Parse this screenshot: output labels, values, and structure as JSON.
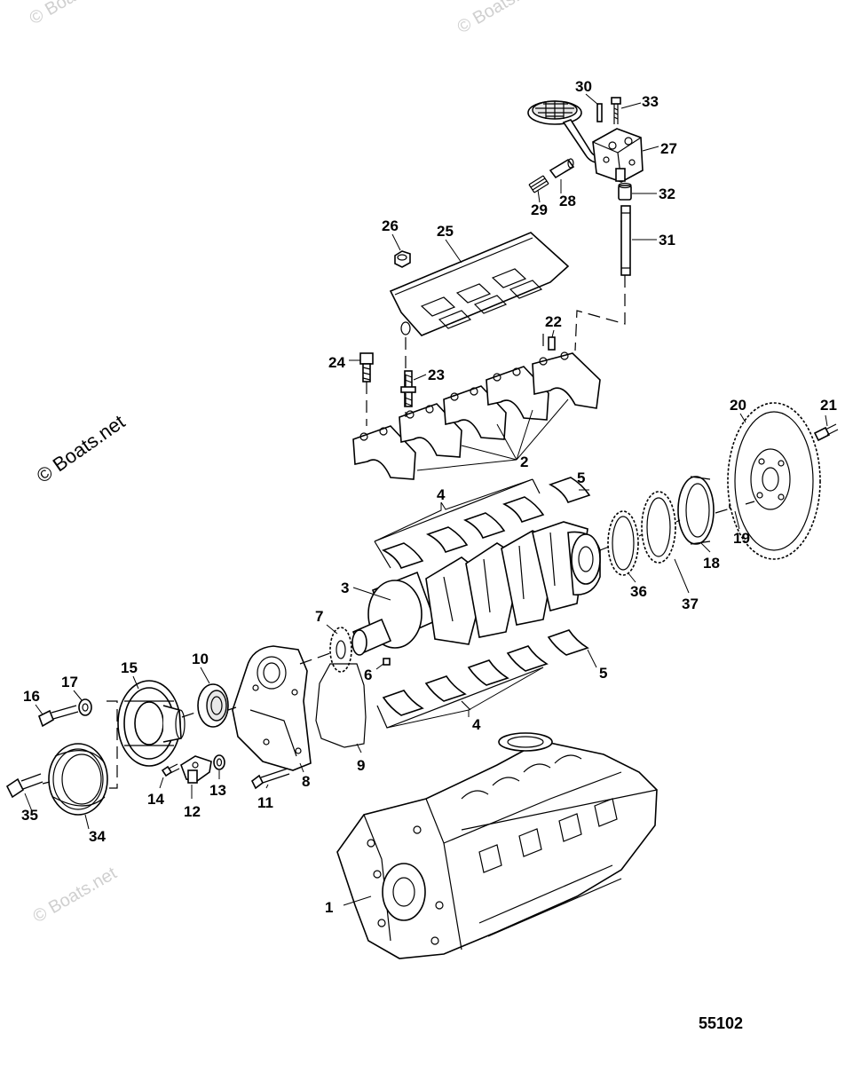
{
  "watermarks": [
    {
      "id": "wm-top-left",
      "text": "© Boats.net"
    },
    {
      "id": "wm-top-mid",
      "text": "© Boats.net"
    },
    {
      "id": "wm-left",
      "text": "© Boats.net"
    },
    {
      "id": "wm-bottom-left",
      "text": "© Boats.net"
    }
  ],
  "figure_number": "55102",
  "callouts": [
    "1",
    "2",
    "3",
    "4",
    "4",
    "5",
    "5",
    "6",
    "7",
    "8",
    "9",
    "10",
    "11",
    "12",
    "13",
    "14",
    "15",
    "16",
    "17",
    "18",
    "19",
    "20",
    "21",
    "22",
    "23",
    "24",
    "25",
    "26",
    "27",
    "28",
    "29",
    "30",
    "31",
    "32",
    "33",
    "34",
    "35",
    "36",
    "37"
  ]
}
